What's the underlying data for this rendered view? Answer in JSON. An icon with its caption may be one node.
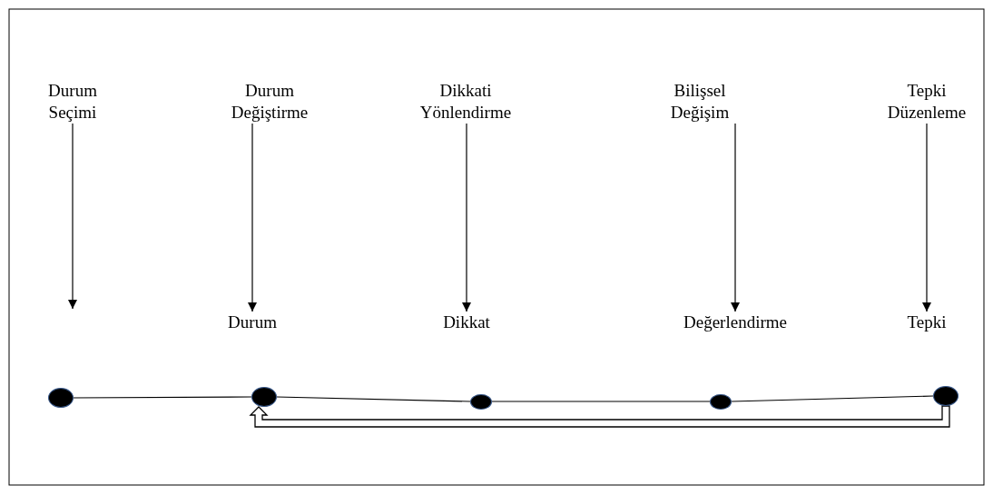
{
  "diagram": {
    "nodes": [
      {
        "text": [
          "Durum Seçimi"
        ]
      },
      {
        "text": [
          "Durum Değiştirme"
        ]
      },
      {
        "text": [
          "Dikkati Yönlendirme"
        ]
      },
      {
        "text": [
          "Bilişsel Değişim"
        ]
      },
      {
        "text": [
          "Tepki Düzenleme"
        ]
      },
      {
        "text": [
          "Durum"
        ]
      },
      {
        "text": [
          "Dikkat"
        ]
      },
      {
        "text": [
          "Değerlendirme"
        ]
      },
      {
        "text": [
          "Tepki"
        ]
      },
      {
        "text": [],
        "shape": "circle"
      },
      {
        "text": [],
        "shape": "circle"
      },
      {
        "text": [],
        "shape": "circle"
      },
      {
        "text": [],
        "shape": "circle"
      },
      {
        "text": [],
        "shape": "circle"
      }
    ],
    "edges": [
      {
        "from": 0,
        "to": null,
        "arrow": "to"
      },
      {
        "from": 1,
        "to": 5,
        "arrow": "to"
      },
      {
        "from": 2,
        "to": 6,
        "arrow": "to"
      },
      {
        "from": 3,
        "to": 7,
        "arrow": "to"
      },
      {
        "from": 4,
        "to": 8,
        "arrow": "to"
      },
      {
        "from": 9,
        "to": 10,
        "arrow": "none"
      },
      {
        "from": 10,
        "to": 11,
        "arrow": "none"
      },
      {
        "from": 11,
        "to": 12,
        "arrow": "none"
      },
      {
        "from": 12,
        "to": 13,
        "arrow": "none"
      },
      {
        "from": 13,
        "to": 10,
        "arrow": "to",
        "style": "thick"
      }
    ]
  }
}
